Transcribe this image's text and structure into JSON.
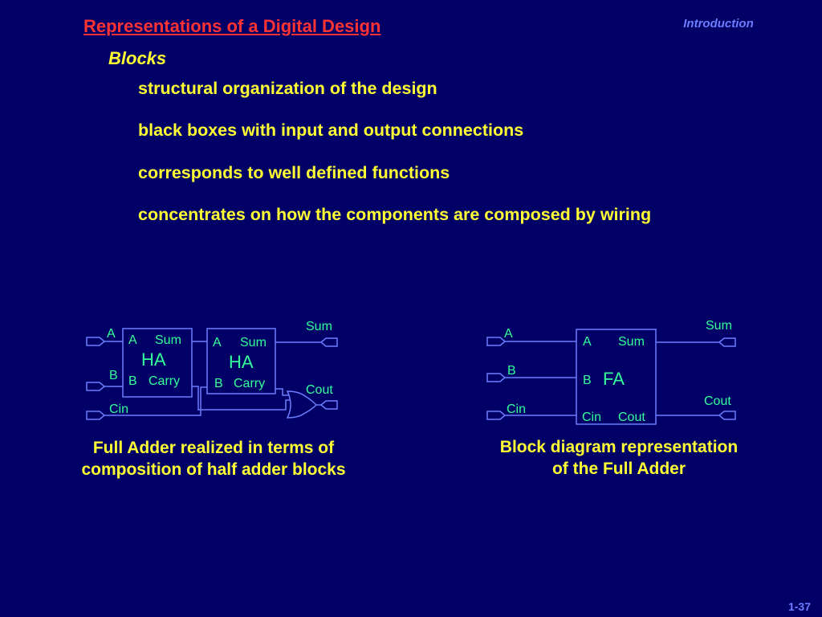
{
  "header": {
    "title": "Representations of a Digital Design",
    "section": "Introduction"
  },
  "content": {
    "subheading": "Blocks",
    "bullets": [
      "structural organization of the design",
      "black boxes with input and output connections",
      "corresponds to well defined functions",
      "concentrates on how the components are composed by wiring"
    ]
  },
  "left_diagram": {
    "inputs": {
      "a": "A",
      "b": "B",
      "cin": "Cin"
    },
    "outputs": {
      "sum": "Sum",
      "cout": "Cout"
    },
    "ha1": {
      "name": "HA",
      "pin_a": "A",
      "pin_b": "B",
      "pin_sum": "Sum",
      "pin_carry": "Carry"
    },
    "ha2": {
      "name": "HA",
      "pin_a": "A",
      "pin_b": "B",
      "pin_sum": "Sum",
      "pin_carry": "Carry"
    },
    "caption_line1": "Full Adder realized in terms of",
    "caption_line2": "composition of half adder blocks"
  },
  "right_diagram": {
    "inputs": {
      "a": "A",
      "b": "B",
      "cin": "Cin"
    },
    "outputs": {
      "sum": "Sum",
      "cout": "Cout"
    },
    "fa": {
      "name": "FA",
      "pin_a": "A",
      "pin_b": "B",
      "pin_cin": "Cin",
      "pin_sum": "Sum",
      "pin_cout": "Cout"
    },
    "caption_line1": "Block diagram representation",
    "caption_line2": "of the Full Adder"
  },
  "footer": {
    "page_number": "1-37"
  },
  "colors": {
    "background": "#000066",
    "title": "#ff3333",
    "text": "#ffff33",
    "signal": "#33ff99",
    "wire": "#6d7dff"
  }
}
